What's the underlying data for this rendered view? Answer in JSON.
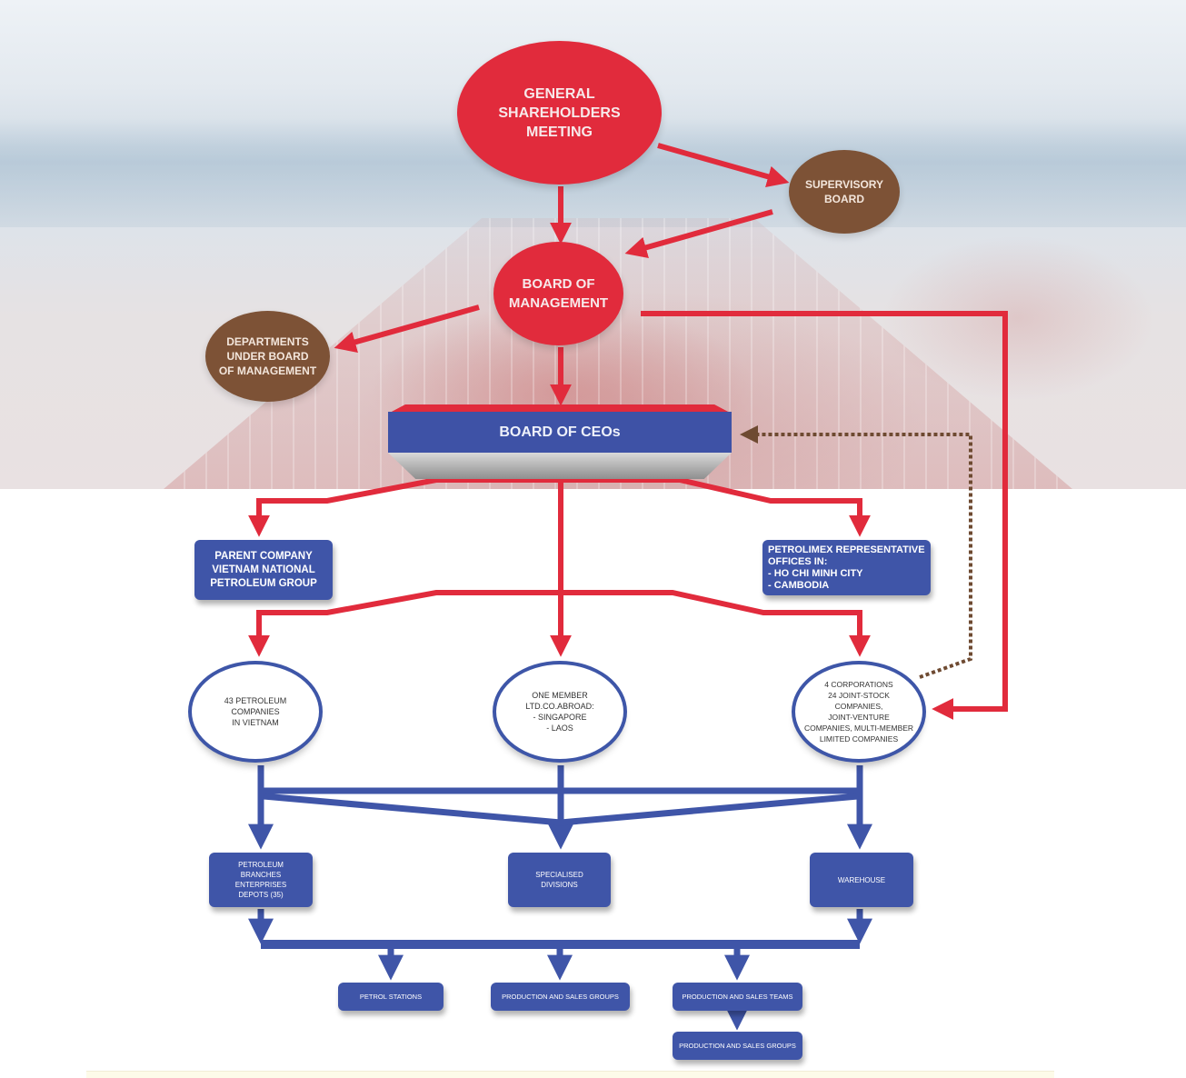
{
  "diagram": {
    "title": "Organizational chart",
    "colors": {
      "governance_red": "#e12b3c",
      "advisory_brown": "#7d5236",
      "unit_blue": "#3f55a8",
      "dotted_link_brown": "#6e4a31"
    },
    "nodes": {
      "general_shareholders_meeting": "GENERAL\nSHAREHOLDERS\nMEETING",
      "supervisory_board": "SUPERVISORY\nBOARD",
      "board_of_management": "BOARD OF\nMANAGEMENT",
      "departments": "DEPARTMENTS\nUNDER BOARD\nOF MANAGEMENT",
      "board_of_ceos": "BOARD OF CEOs",
      "parent_company": "PARENT COMPANY\nVIETNAM NATIONAL\nPETROLEUM GROUP",
      "representative_offices": "PETROLIMEX REPRESENTATIVE\nOFFICES IN:\n- HO CHI MINH CITY\n- CAMBODIA",
      "petroleum_companies": "43 PETROLEUM\nCOMPANIES\nIN VIETNAM",
      "one_member_abroad": "ONE MEMBER\nLTD.CO.ABROAD:\n- SINGAPORE\n- LAOS",
      "corporations": "4 CORPORATIONS\n24 JOINT-STOCK\nCOMPANIES,\nJOINT-VENTURE\nCOMPANIES, MULTI-MEMBER\nLIMITED COMPANIES",
      "branches": "PETROLEUM\nBRANCHES\nENTERPRISES\nDEPOTS (35)",
      "specialised_divisions": "SPECIALISED\nDIVISIONS",
      "warehouse": "WAREHOUSE",
      "petrol_stations": "PETROL STATIONS",
      "production_sales_groups_1": "PRODUCTION AND SALES GROUPS",
      "production_sales_teams": "PRODUCTION AND SALES TEAMS",
      "production_sales_groups_2": "PRODUCTION AND SALES GROUPS"
    },
    "edges": [
      {
        "from": "general_shareholders_meeting",
        "to": "supervisory_board",
        "style": "solid-red"
      },
      {
        "from": "general_shareholders_meeting",
        "to": "board_of_management",
        "style": "solid-red"
      },
      {
        "from": "supervisory_board",
        "to": "board_of_management",
        "style": "solid-red"
      },
      {
        "from": "board_of_management",
        "to": "departments",
        "style": "solid-red"
      },
      {
        "from": "board_of_management",
        "to": "board_of_ceos",
        "style": "solid-red"
      },
      {
        "from": "board_of_management",
        "to": "corporations",
        "style": "solid-red"
      },
      {
        "from": "corporations",
        "to": "board_of_ceos",
        "style": "dotted-brown"
      },
      {
        "from": "board_of_ceos",
        "to": "parent_company",
        "style": "solid-red"
      },
      {
        "from": "board_of_ceos",
        "to": "representative_offices",
        "style": "solid-red"
      },
      {
        "from": "board_of_ceos",
        "to": "petroleum_companies",
        "style": "solid-red"
      },
      {
        "from": "board_of_ceos",
        "to": "one_member_abroad",
        "style": "solid-red"
      },
      {
        "from": "board_of_ceos",
        "to": "corporations",
        "style": "solid-red"
      },
      {
        "from": "petroleum_companies",
        "to": "branches",
        "style": "solid-blue"
      },
      {
        "from": "one_member_abroad",
        "to": "specialised_divisions",
        "style": "solid-blue"
      },
      {
        "from": "corporations",
        "to": "warehouse",
        "style": "solid-blue"
      },
      {
        "from": "branches",
        "to": "petrol_stations",
        "style": "solid-blue"
      },
      {
        "from": "warehouse",
        "to": "production_sales_groups_1",
        "style": "solid-blue"
      },
      {
        "from": "warehouse",
        "to": "production_sales_teams",
        "style": "solid-blue"
      },
      {
        "from": "production_sales_teams",
        "to": "production_sales_groups_2",
        "style": "solid-blue"
      }
    ]
  }
}
